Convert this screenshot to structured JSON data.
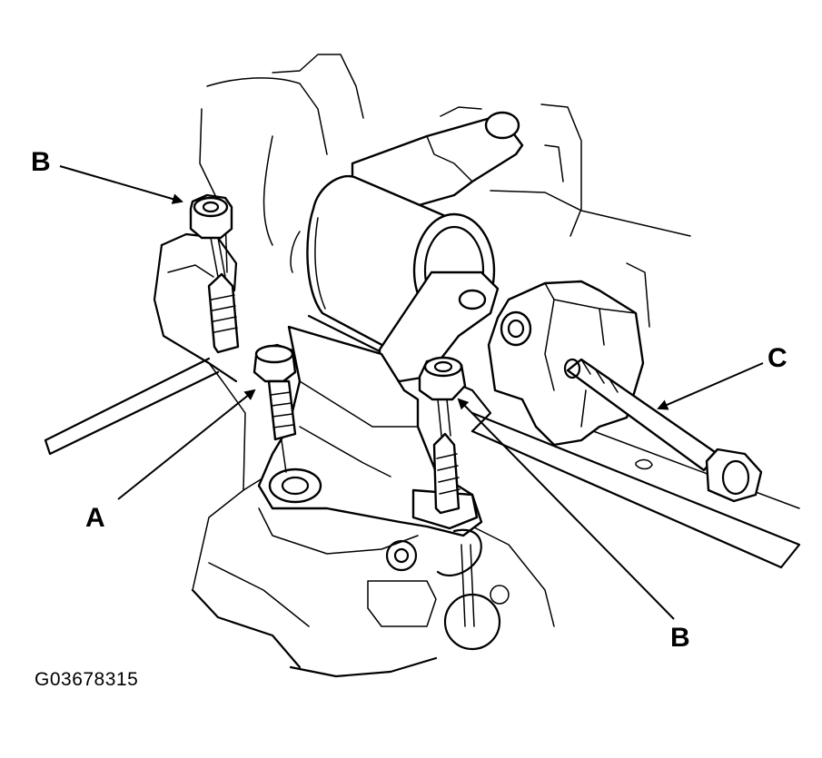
{
  "callouts": {
    "b_top": "B",
    "a": "A",
    "c": "C",
    "b_bottom": "B"
  },
  "figure_code": "G03678315",
  "colors": {
    "line": "#000000",
    "background": "#ffffff"
  }
}
